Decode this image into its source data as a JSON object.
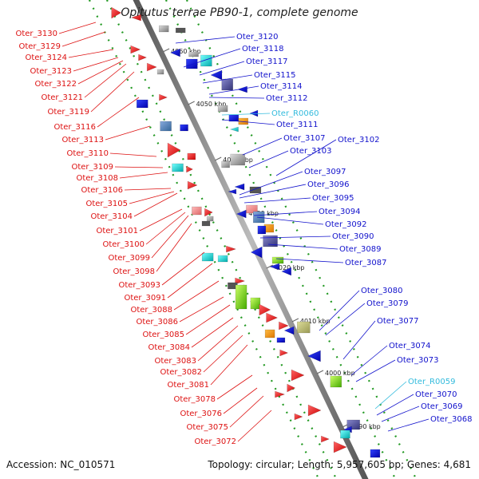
{
  "title": "Opitutus terrae PB90-1, complete genome",
  "footer": {
    "accession": "Accession: NC_010571",
    "summary": "Topology: circular; Length: 5,957,605 bp; Genes: 4,681"
  },
  "colors": {
    "left_label": "#dd1111",
    "right_label": "#1111cc",
    "rna_label": "#33bbdd",
    "axis": "#888888",
    "track_dots": "#229922"
  },
  "kbp_marks": [
    "4060 kbp",
    "4050 kbp",
    "4040 kbp",
    "4030 kbp",
    "4020 kbp",
    "4010 kbp",
    "4000 kbp",
    "3990 kbp"
  ],
  "left_labels": [
    "Oter_3130",
    "Oter_3129",
    "Oter_3124",
    "Oter_3123",
    "Oter_3122",
    "Oter_3121",
    "Oter_3119",
    "Oter_3116",
    "Oter_3113",
    "Oter_3110",
    "Oter_3109",
    "Oter_3108",
    "Oter_3106",
    "Oter_3105",
    "Oter_3104",
    "Oter_3101",
    "Oter_3100",
    "Oter_3099",
    "Oter_3098",
    "Oter_3093",
    "Oter_3091",
    "Oter_3088",
    "Oter_3086",
    "Oter_3085",
    "Oter_3084",
    "Oter_3083",
    "Oter_3082",
    "Oter_3081",
    "Oter_3078",
    "Oter_3076",
    "Oter_3075",
    "Oter_3072"
  ],
  "right_labels": [
    "Oter_3120",
    "Oter_3118",
    "Oter_3117",
    "Oter_3115",
    "Oter_3114",
    "Oter_3112",
    "Oter_R0060",
    "Oter_3111",
    "Oter_3107",
    "Oter_3103",
    "Oter_3102",
    "Oter_3097",
    "Oter_3096",
    "Oter_3095",
    "Oter_3094",
    "Oter_3092",
    "Oter_3090",
    "Oter_3089",
    "Oter_3087",
    "Oter_3080",
    "Oter_3079",
    "Oter_3077",
    "Oter_3074",
    "Oter_3073",
    "Oter_R0059",
    "Oter_3070",
    "Oter_3069",
    "Oter_3068"
  ]
}
